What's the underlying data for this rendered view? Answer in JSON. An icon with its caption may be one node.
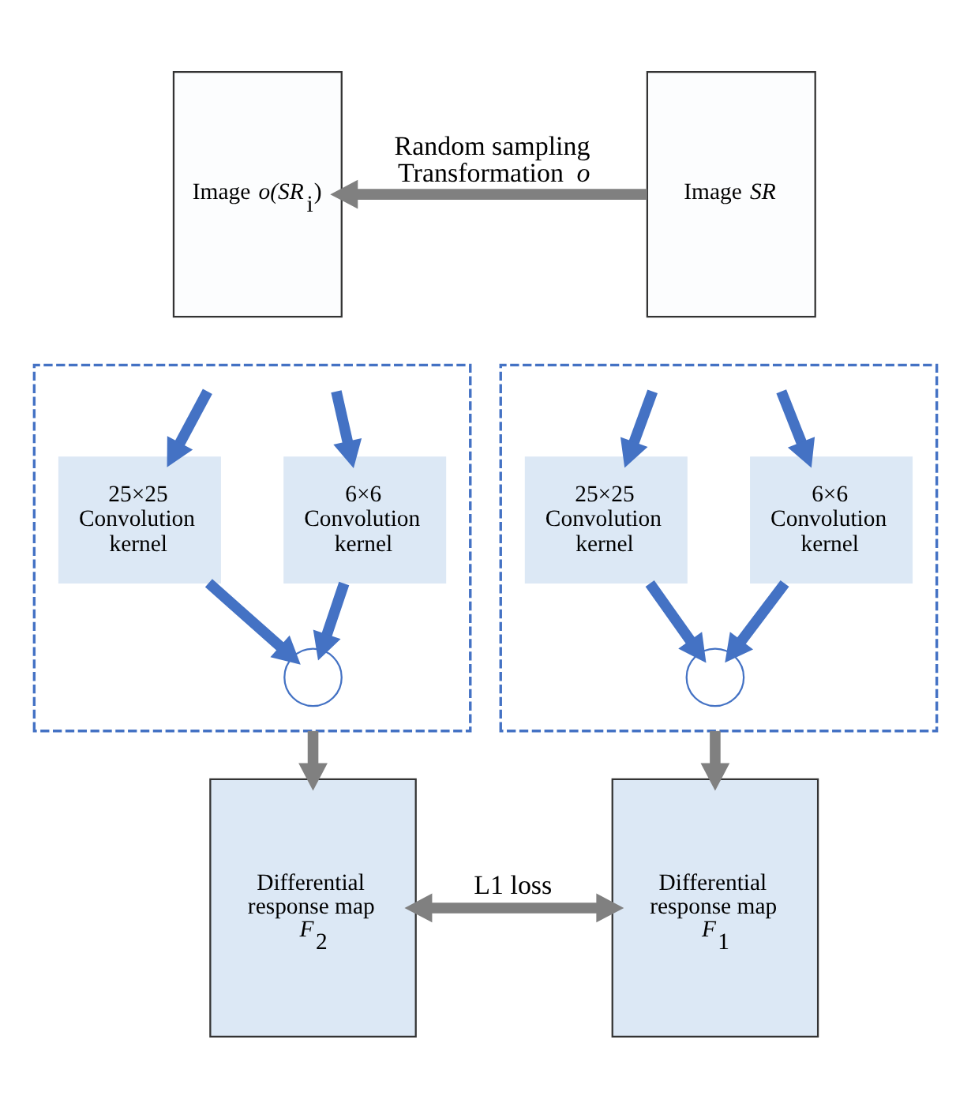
{
  "diagram": {
    "nodes": [
      {
        "text": [
          "Image *o*(*SR*$_{i}$)"
        ]
      },
      {
        "text": [
          "Image *SR*"
        ]
      },
      {
        "text": [],
        "shape": "box"
      },
      {
        "text": [
          "25×25 Convolution kernel"
        ],
        "in": 2
      },
      {
        "text": [
          "6×6 Convolution kernel"
        ],
        "in": 2
      },
      {
        "text": [],
        "shape": "circle",
        "in": 2
      },
      {
        "text": [],
        "shape": "box"
      },
      {
        "text": [
          "25×25 Convolution kernel"
        ],
        "in": 6
      },
      {
        "text": [
          "6×6 Convolution kernel"
        ],
        "in": 6
      },
      {
        "text": [],
        "shape": "circle",
        "in": 6
      },
      {
        "text": [
          "Differential response map *F*$_{2}$"
        ]
      },
      {
        "text": [
          "Differential response map *F*$_{1}$"
        ]
      }
    ],
    "edges": [
      {
        "from": 1,
        "to": 0,
        "arrow": "to",
        "label": "Random sampling Transformation *o*",
        "color": "#808080"
      },
      {
        "from": null,
        "to": 3,
        "arrow": "to"
      },
      {
        "from": null,
        "to": 4,
        "arrow": "to"
      },
      {
        "from": 3,
        "to": 5,
        "arrow": "to"
      },
      {
        "from": 4,
        "to": 5,
        "arrow": "to"
      },
      {
        "from": null,
        "to": 7,
        "arrow": "to"
      },
      {
        "from": null,
        "to": 8,
        "arrow": "to"
      },
      {
        "from": 7,
        "to": 9,
        "arrow": "to"
      },
      {
        "from": 8,
        "to": 9,
        "arrow": "to"
      },
      {
        "from": 2,
        "to": 10,
        "arrow": "to",
        "color": "#808080"
      },
      {
        "from": 6,
        "to": 11,
        "arrow": "to",
        "color": "#808080"
      },
      {
        "from": 10,
        "to": 11,
        "arrow": "both",
        "label": "L1 loss",
        "color": "#808080"
      }
    ]
  }
}
